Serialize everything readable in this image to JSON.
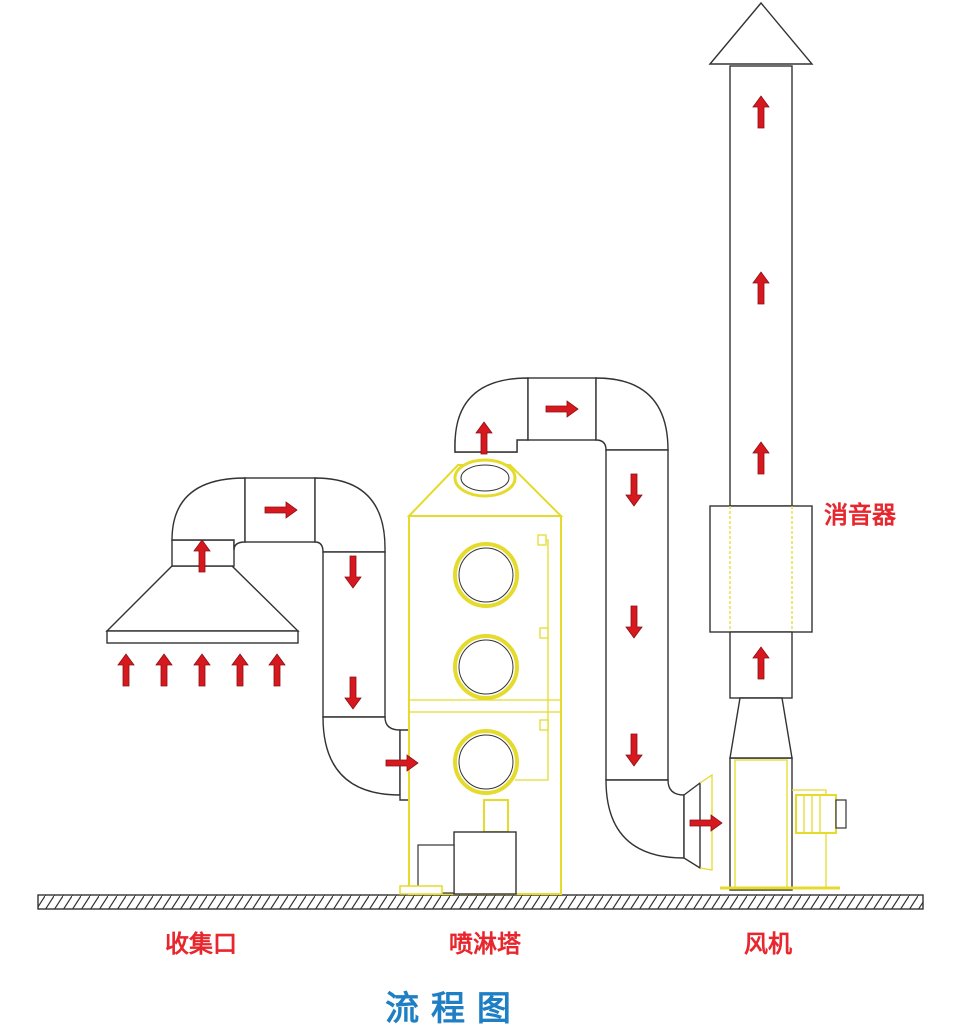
{
  "labels": {
    "collector": "收集口",
    "tower": "喷淋塔",
    "fan": "风机",
    "silencer": "消音器",
    "title": "流 程 图"
  },
  "colors": {
    "arrow": "#d7191f",
    "label_red": "#e8262d",
    "title_blue": "#1f7fc4",
    "tower_outline": "#e5db2d",
    "duct_outline": "#333333"
  },
  "icons": {
    "flow_arrow": "flow-arrow-icon"
  }
}
